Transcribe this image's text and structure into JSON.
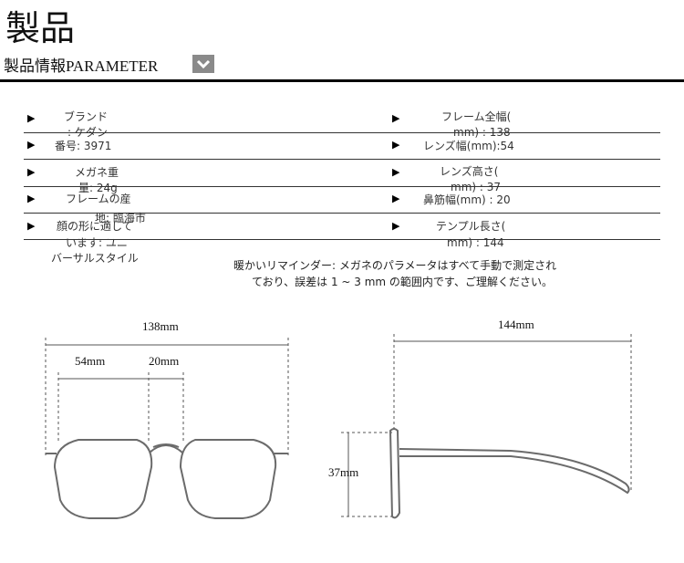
{
  "header": {
    "title": "製品",
    "subtitle": "製品情報PARAMETER",
    "chevron_icon": "chevron-down-icon"
  },
  "params_left": [
    {
      "label": "ブランド",
      "value": ": ケダン"
    },
    {
      "label": "番号: 3971",
      "value": ""
    },
    {
      "label": "メガネ重",
      "value": "量: 24g"
    },
    {
      "label": "フレームの産",
      "value": "地: 臨海市"
    },
    {
      "label": "顔の形に適して",
      "value": "います: ユニ"
    },
    {
      "label": "バーサルスタイル",
      "value": ""
    }
  ],
  "params_right": [
    {
      "label": "フレーム全幅(",
      "value": "mm) : 138"
    },
    {
      "label": "レンズ幅(mm):54",
      "value": ""
    },
    {
      "label": "レンズ高さ(",
      "value": "mm) : 37"
    },
    {
      "label": "鼻筋幅(mm) : 20",
      "value": ""
    },
    {
      "label": "テンプル長さ(",
      "value": "mm) : 144"
    }
  ],
  "note": {
    "line1": "暖かいリマインダー: メガネのパラメータはすべて手動で測定され",
    "line2": "ており、誤差は 1 ~ 3 mm の範囲内です、ご理解ください。"
  },
  "diagram": {
    "frame_width": "138mm",
    "lens_width": "54mm",
    "bridge_width": "20mm",
    "temple_length": "144mm",
    "lens_height": "37mm"
  }
}
